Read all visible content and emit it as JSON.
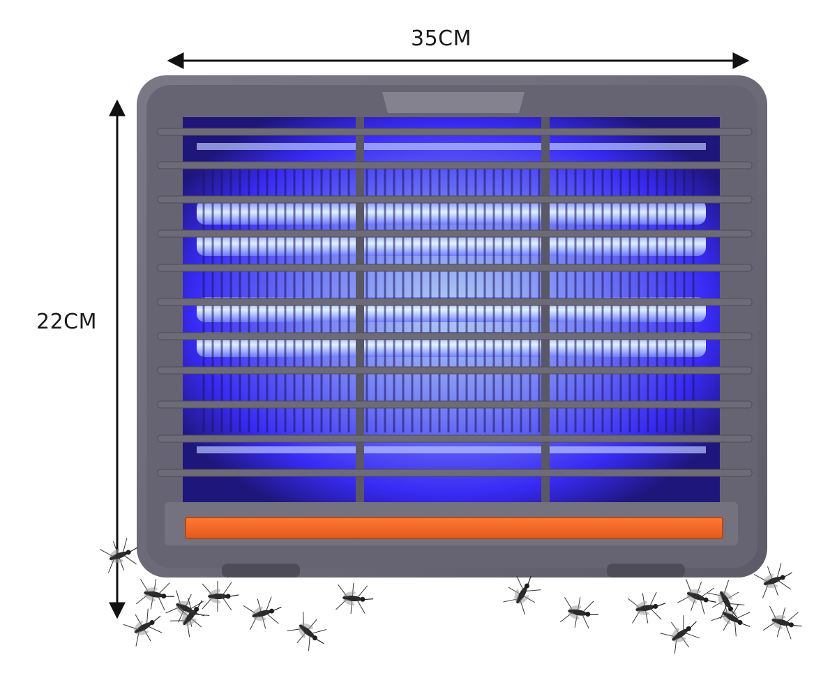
{
  "dimensions": {
    "width_label": "35CM",
    "height_label": "22CM"
  },
  "product": {
    "housing_color": "#6f6d7a",
    "housing_dark": "#55535f",
    "uv_glow_color": "#3b2cff",
    "uv_core_color": "#d8f4ff",
    "tray_color": "#f26a2a",
    "visible_insects": 18
  }
}
